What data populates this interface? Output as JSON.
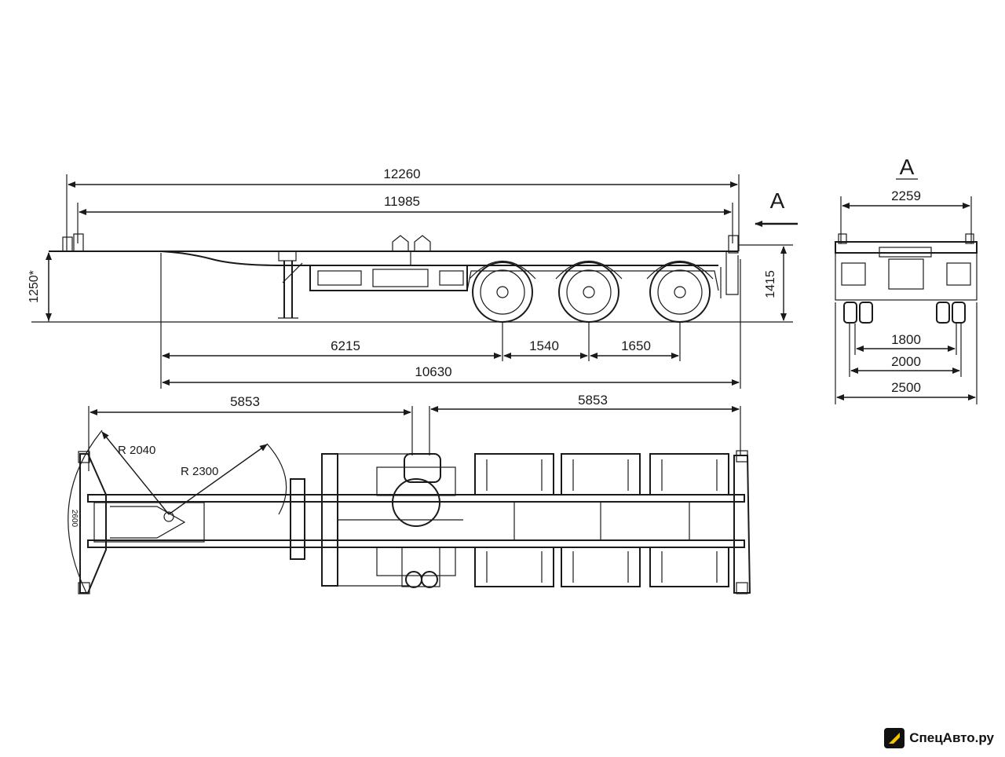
{
  "view_marker": "A",
  "side_view": {
    "overall_length": "12260",
    "platform_length": "11985",
    "deck_height": "1250*",
    "rear_height": "1415",
    "leg_to_first_axle": "6215",
    "axle_spacing_1": "1540",
    "axle_spacing_2": "1650",
    "leg_to_rear": "10630"
  },
  "top_view": {
    "kingpin_to_front": "5853",
    "kingpin_to_rear": "5853",
    "radius_1": "R 2040",
    "radius_2": "R 2300",
    "front_width_label": "2600"
  },
  "rear_view": {
    "title": "A",
    "top_width": "2259",
    "track_inner": "1800",
    "track_mid": "2000",
    "overall_width": "2500"
  },
  "watermark": {
    "text": "СпецАвто.ру",
    "accent_color": "#f5c400"
  }
}
